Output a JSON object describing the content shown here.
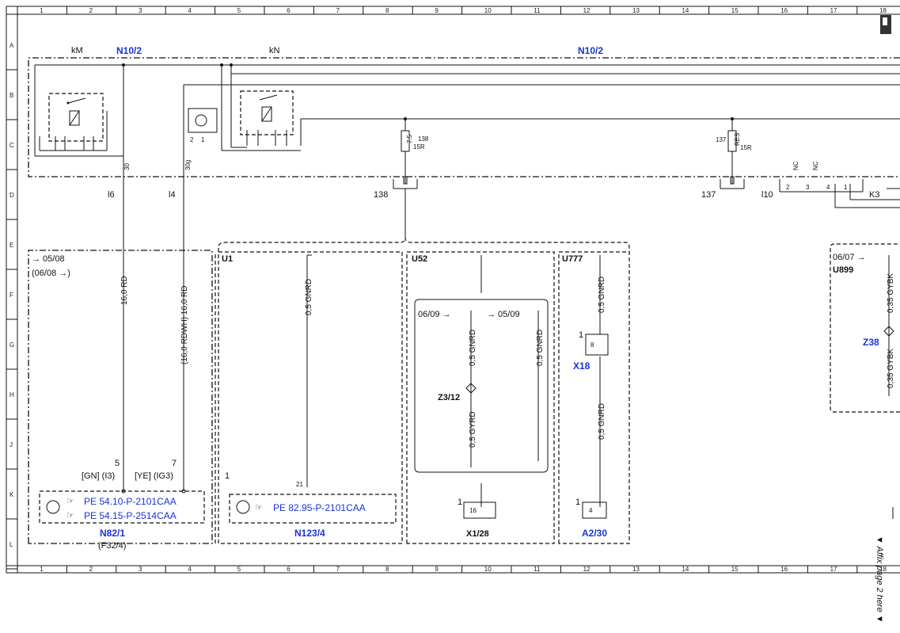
{
  "grid": {
    "columns": [
      "1",
      "2",
      "3",
      "4",
      "5",
      "6",
      "7",
      "8",
      "9",
      "10",
      "11",
      "12",
      "13",
      "14",
      "15",
      "16",
      "17",
      "18"
    ],
    "rows": [
      "A",
      "B",
      "C",
      "D",
      "E",
      "F",
      "G",
      "H",
      "J",
      "K",
      "L"
    ]
  },
  "labels": {
    "kM": "kM",
    "kN": "kN",
    "n10_2_left": "N10/2",
    "n10_2_right": "N10/2",
    "relay_pin_2": "2",
    "relay_pin_1": "1",
    "fuse_75": "7.5",
    "fuse_138_num": "138",
    "fuse_138_15r": "15R",
    "fuse_137_num": "137",
    "fuse_res": "RES",
    "fuse_137_15r": "15R",
    "pin_30": "30",
    "pin_30g": "30g",
    "conn_l6": "l6",
    "conn_l4": "l4",
    "conn_138": "138",
    "conn_137": "137",
    "conn_l10": "l10",
    "pin2": "2",
    "pin3": "3",
    "pin4": "4",
    "pin1": "1",
    "nc1": "NC",
    "nc2": "NC",
    "k3": "K3"
  },
  "left_block": {
    "date_from": "→ 05/08",
    "date_to": "(06/08 →)",
    "wire_1": "16,0 RD",
    "wire_2": "(16,0 RDWH) 16,0 RD",
    "pin_5": "5",
    "pin_7": "7",
    "pin_5_desc": "[GN] (I3)",
    "pin_7_desc": "[YE] (IG3)",
    "ref_1": "PE 54.10-P-2101CAA",
    "ref_2": "PE 54.15-P-2514CAA",
    "component": "N82/1",
    "component_sub": "(F32/4)"
  },
  "u1_block": {
    "title": "U1",
    "wire": "0,5 GNRD",
    "pin_1": "1",
    "pin_21": "21",
    "ref": "PE 82.95-P-2101CAA",
    "component": "N123/4"
  },
  "u52_block": {
    "title": "U52",
    "date_a": "06/09 →",
    "date_b": "→ 05/09",
    "wire_a": "0,5 GNRD",
    "wire_b": "0,5 GNRD",
    "wire_c": "0,5 GYRD",
    "splice": "Z3/12",
    "pin_1": "1",
    "pin_16": "16",
    "component": "X1/28"
  },
  "u777_block": {
    "title": "U777",
    "wire_a": "0,5 GNRD",
    "wire_b": "0,5 GNRD",
    "pin_1": "1",
    "pin_8": "8",
    "conn": "X18",
    "pin_1b": "1",
    "pin_4": "4",
    "component": "A2/30"
  },
  "u899_block": {
    "date": "06/07 →",
    "title": "U899",
    "wire_a": "0,35 GYBK",
    "wire_b": "0,35 GYBK",
    "splice": "Z38"
  },
  "side_note": "▼ Affix page 2 here ▼",
  "colors": {
    "link": "#1a33d9",
    "line": "#111111"
  },
  "icons": [
    "ground-transistor-icon",
    "reference-hand-icon"
  ]
}
